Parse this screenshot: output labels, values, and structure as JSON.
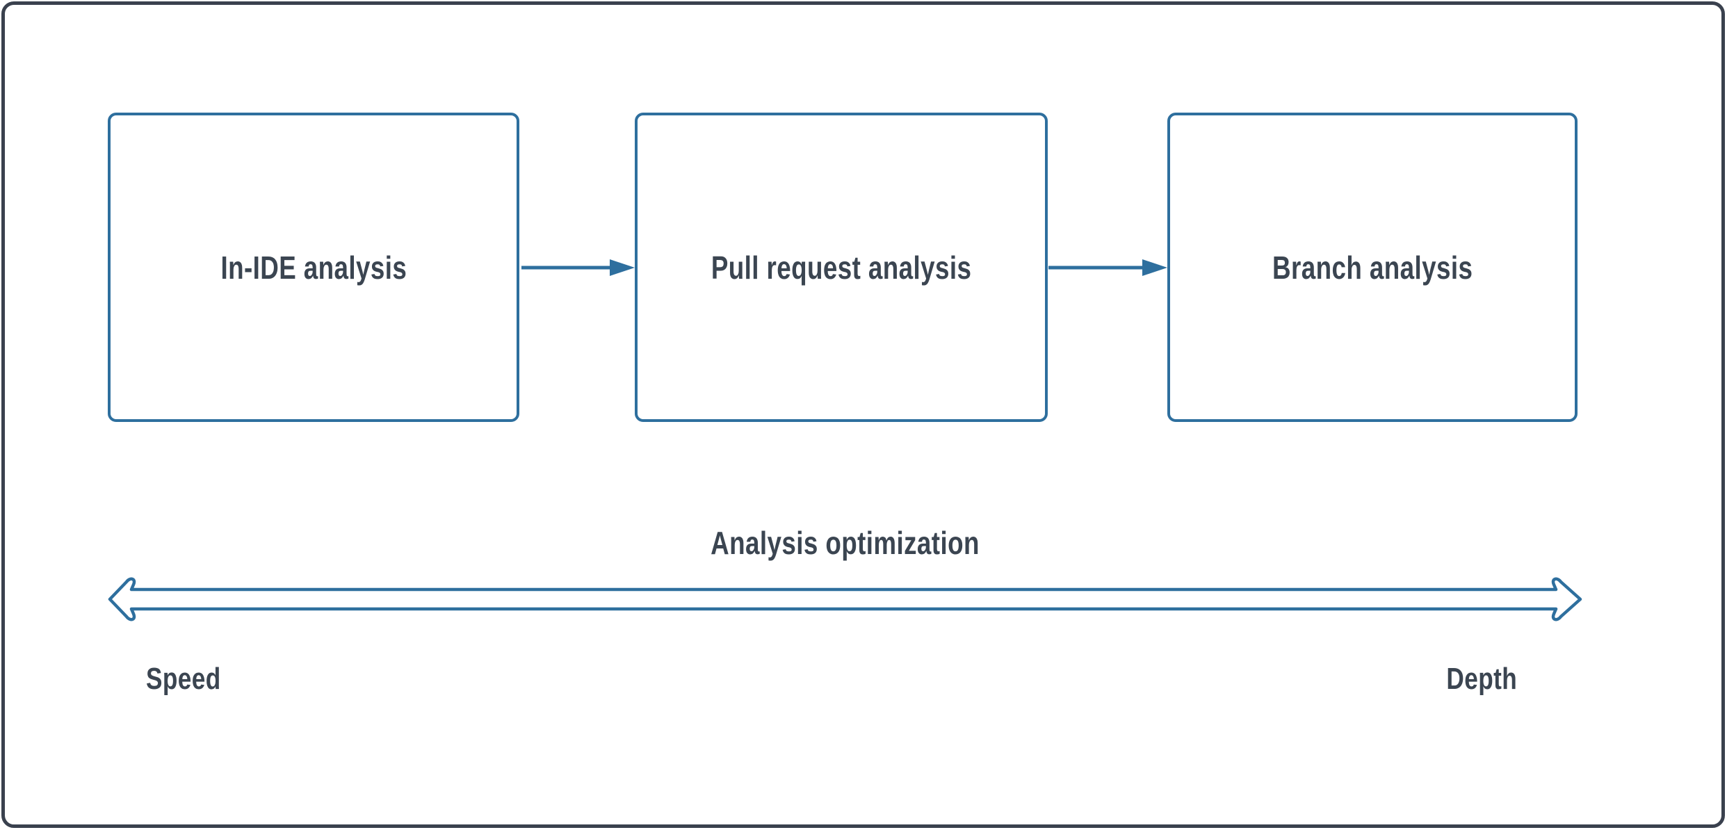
{
  "colors": {
    "accent": "#2e6f9e",
    "text": "#3b4551",
    "frame_border": "#3a414e",
    "background": "#ffffff"
  },
  "flow": {
    "boxes": [
      {
        "label": "In-IDE analysis"
      },
      {
        "label": "Pull request analysis"
      },
      {
        "label": "Branch analysis"
      }
    ]
  },
  "axis": {
    "title": "Analysis optimization",
    "left_label": "Speed",
    "right_label": "Depth"
  }
}
